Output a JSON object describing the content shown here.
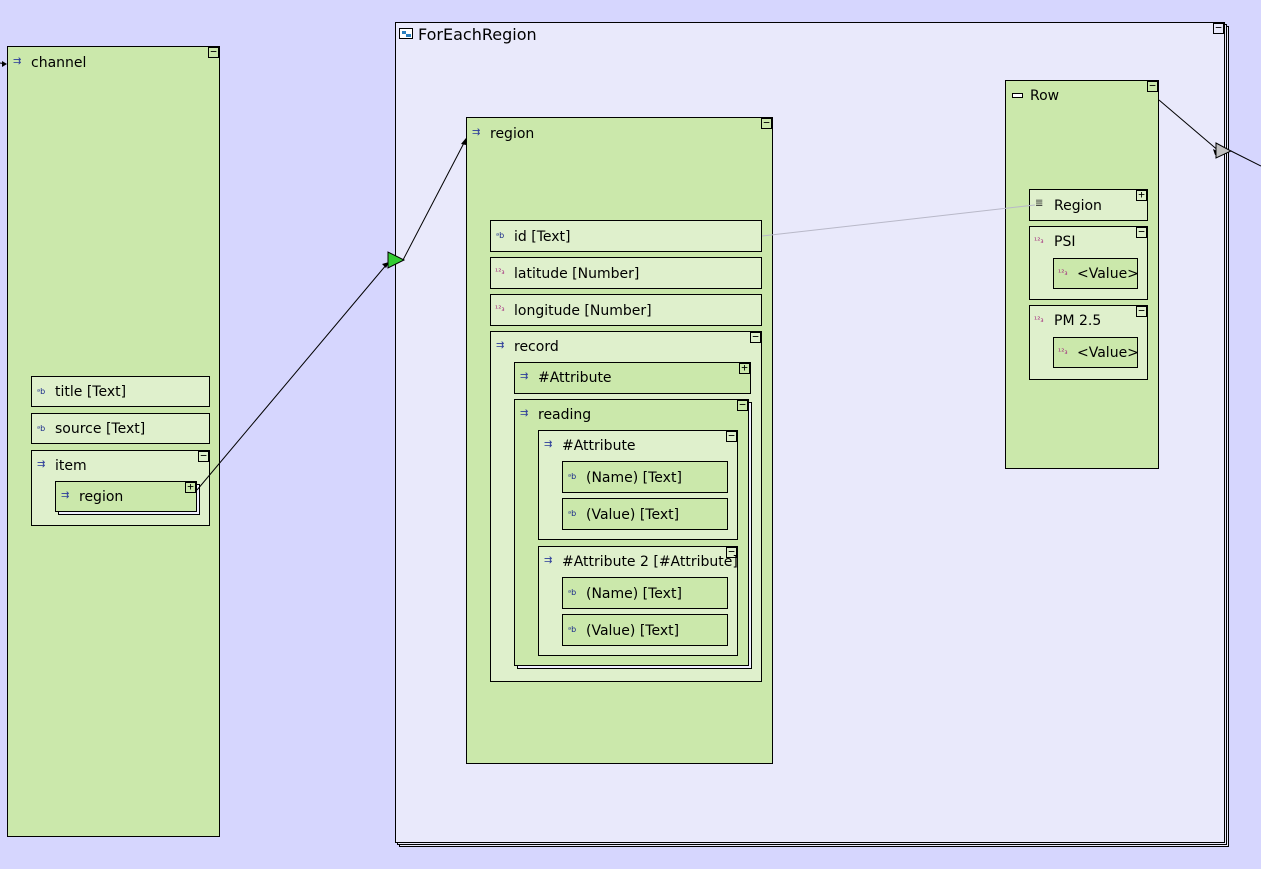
{
  "diagram": {
    "channel": {
      "title": "channel",
      "icon": "sequence-icon",
      "collapse_toggle": "−",
      "children": [
        {
          "label": "title [Text]",
          "icon": "text-type-icon"
        },
        {
          "label": "source [Text]",
          "icon": "text-type-icon"
        }
      ],
      "item": {
        "title": "item",
        "collapse_toggle": "−",
        "region": {
          "title": "region",
          "expand_toggle": "+"
        }
      }
    },
    "foreach": {
      "title": "ForEachRegion",
      "icon": "loop-frame-icon",
      "collapse_toggle": "−",
      "region": {
        "title": "region",
        "collapse_toggle": "−",
        "fields": [
          {
            "label": "id [Text]",
            "type": "text"
          },
          {
            "label": "latitude [Number]",
            "type": "number"
          },
          {
            "label": "longitude [Number]",
            "type": "number"
          }
        ],
        "record": {
          "title": "record",
          "collapse_toggle": "−",
          "attribute": {
            "title": "#Attribute",
            "expand_toggle": "+"
          },
          "reading": {
            "title": "reading",
            "collapse_toggle": "−",
            "attr1": {
              "title": "#Attribute",
              "collapse_toggle": "−",
              "fields": [
                "(Name) [Text]",
                "(Value) [Text]"
              ]
            },
            "attr2": {
              "title": "#Attribute 2 [#Attribute]",
              "collapse_toggle": "−",
              "fields": [
                "(Name) [Text]",
                "(Value) [Text]"
              ]
            }
          }
        }
      },
      "row": {
        "title": "Row",
        "collapse_toggle": "−",
        "region": {
          "title": "Region",
          "expand_toggle": "+"
        },
        "psi": {
          "title": "PSI",
          "collapse_toggle": "−",
          "value": "<Value>"
        },
        "pm25": {
          "title": "PM 2.5",
          "collapse_toggle": "−",
          "value": "<Value>"
        }
      }
    },
    "icons": {
      "text": "ᵃb",
      "number": "¹²₃",
      "sequence": "⇉",
      "row": "▭",
      "string_list": "≣"
    },
    "colors": {
      "canvas": "#d6d6fe",
      "frame": "#e9e9fb",
      "node": "#cbe8ab",
      "node_light": "#dff0cc",
      "connector_active": "#33cc33",
      "connector_inactive": "#c0c0c0"
    }
  }
}
